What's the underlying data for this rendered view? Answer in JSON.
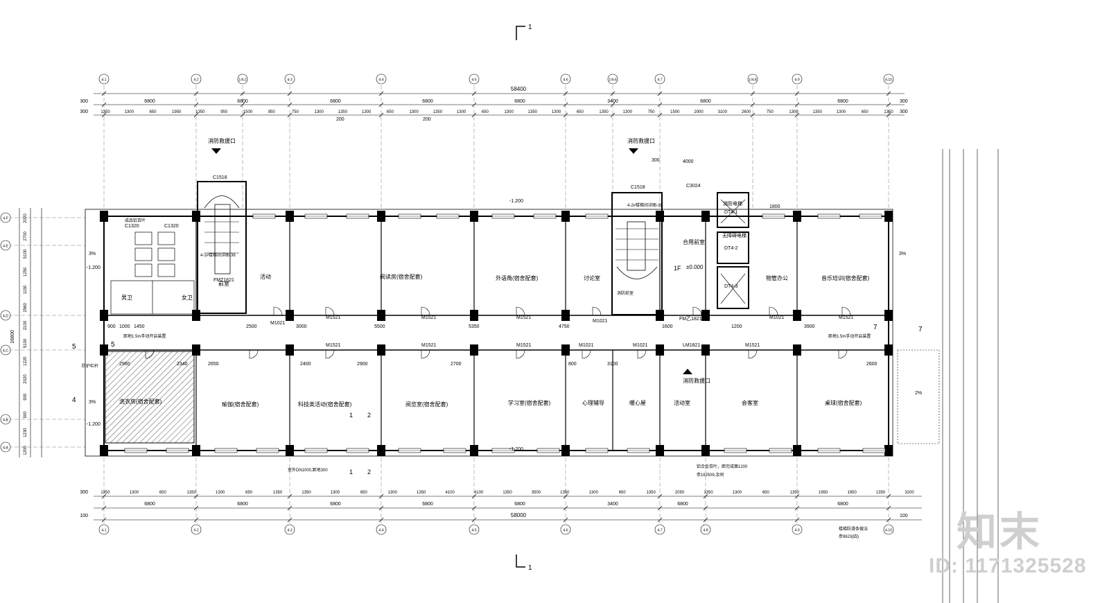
{
  "watermark": {
    "logo": "知末",
    "id": "ID: 1171325528"
  },
  "top_axes": [
    "4-1",
    "4-2",
    "1/4-2",
    "4-3",
    "4-4",
    "4-5",
    "4-6",
    "1/4-6",
    "4-7",
    "1/4-8",
    "4-9",
    "4-10"
  ],
  "bottom_axes": [
    "4-1",
    "4-2",
    "4-3",
    "4-4",
    "4-5",
    "4-6",
    "4-7",
    "4-8",
    "4-9",
    "4-10"
  ],
  "row_axes": [
    "4-F",
    "4-E",
    "4-D",
    "4-C",
    "4-B",
    "4-A"
  ],
  "dims": {
    "total_top": "58400",
    "total_bottom": "58000",
    "side_300": "300",
    "side_100": "100",
    "depth": "16800",
    "top_spans": [
      "6800",
      "6800",
      "6800",
      "6800",
      "6800",
      "3400",
      "6800",
      "6800"
    ],
    "bottom_spans": [
      "6800",
      "6800",
      "6800",
      "6800",
      "6800",
      "3400",
      "6800",
      "6800"
    ],
    "top_sub": [
      "1350",
      "1300",
      "650",
      "1950",
      "1350",
      "950",
      "1500",
      "950",
      "750",
      "1300",
      "1350",
      "1300",
      "650",
      "1300",
      "1350",
      "1300",
      "650",
      "1300",
      "1350",
      "1300",
      "650",
      "1350",
      "1300",
      "750",
      "1500",
      "2000",
      "3100",
      "2600",
      "750",
      "1300",
      "1350",
      "1300",
      "650",
      "1350"
    ],
    "bottom_sub": [
      "1350",
      "1300",
      "650",
      "1350",
      "1300",
      "650",
      "1350",
      "1350",
      "1300",
      "650",
      "1300",
      "1350",
      "4100",
      "4100",
      "1350",
      "3500",
      "1350",
      "1300",
      "650",
      "1350",
      "2050",
      "1350",
      "1300",
      "650",
      "1350",
      "1950",
      "1950",
      "1350",
      "3200"
    ],
    "left_rows": [
      "2020",
      "2700",
      "5100",
      "1250",
      "1150",
      "2560",
      "2100",
      "5100",
      "1220",
      "2020",
      "900",
      "900",
      "1230",
      "1200"
    ]
  },
  "labels": {
    "section_mark": "1",
    "fire_rescue": "消防救援口",
    "fire_rescue_2": "消防救援口",
    "stair_window": "C1518",
    "stair_window_2": "C1518",
    "window_c1320a": "C1320",
    "window_c1320b": "C1320",
    "window_c3024": "C3024",
    "dim_4000": "4000",
    "dim_300": "300",
    "dim_1800": "1800",
    "level_top": "-1.200",
    "level_bottom": "-1.200",
    "level_left_top": "-1.200",
    "level_left_bottom": "-1.200",
    "floor_level": "±0.000",
    "floor_name": "1F",
    "slope_3pct_a": "3%",
    "slope_3pct_b": "3%",
    "slope_3pct_c": "3%",
    "slope_2pct": "2%",
    "elevator_1": "DT4-1",
    "elevator_2": "DT4-2",
    "elevator_3": "DT4-3",
    "fire_elevator": "消防电梯",
    "no_barrier_elevator": "无障碍电梯",
    "shared_lobby": "合用前室",
    "room_activity": "活动",
    "room_reading": "阅读房(宿舍配套)",
    "room_language": "外语角(宿舍配套)",
    "room_discuss": "讨论室",
    "room_office": "物管办公",
    "room_music": "音乐培训(宿舍配套)",
    "room_yoga": "瑜伽(宿舍配套)",
    "room_science": "科技类活动(宿舍配套)",
    "room_browse": "阅览室(宿舍配套)",
    "room_study": "学习室(宿舍配套)",
    "room_psych": "心理辅导",
    "room_heart": "暖心屋",
    "room_activity2": "活动室",
    "room_meeting": "会客室",
    "room_tabletennis": "桌球(宿舍配套)",
    "room_laundry": "洗衣房(宿舍配套)",
    "room_male": "男卫",
    "room_female": "女卫",
    "room_front": "前室",
    "room_corr_fire": "消防前室",
    "door_m1521": "M1521",
    "door_m1021": "M1021",
    "door_fmz1621": "FMZ1621",
    "door_fmz1821": "FM乙1821",
    "door_lm1821": "LM1821",
    "stair_label": "4-1#楼梯间详图-36",
    "stair_label_2": "4-2#楼梯间详图-39",
    "note_handrail": "距地1.5m手动开启装置",
    "note_pipe": "室外DN1000,距地300",
    "note_louvre": "铝合金百叶，距完成面1200",
    "note_ref": "参16J509,余同",
    "note_fence": "防护栏杆",
    "note_fence2": "成品铝百叶",
    "note_ramp": "楼梯防滑条做法",
    "note_ramp2": "参98J3(四)",
    "sect_1": "1",
    "sect_2": "2",
    "sect_4": "4",
    "sect_5": "5",
    "sect_7": "7",
    "num_7": "7",
    "grid_note_top_a": "200",
    "grid_note_top_b": "200",
    "dim_900": "900",
    "dim_1000": "1000",
    "dim_1450": "1450",
    "dim_2500": "2500",
    "dim_3000": "3000",
    "dim_5500": "5500",
    "dim_5350": "5350",
    "dim_4750": "4750",
    "dim_1600": "1600",
    "dim_1200": "1200",
    "dim_3900": "3900",
    "dim_2960": "2960",
    "dim_2340": "2340",
    "dim_2650": "2650",
    "dim_2400": "2400",
    "dim_2900": "2900",
    "dim_2700": "2700",
    "dim_800": "800",
    "dim_3100": "3100",
    "dim_2600": "2600"
  }
}
